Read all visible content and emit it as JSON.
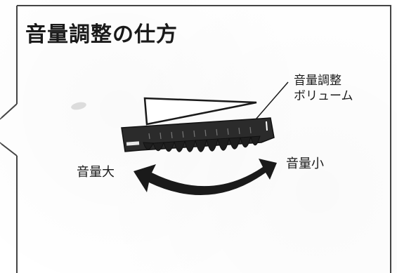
{
  "title": "音量調整の仕方",
  "volume_label_line1": "音量調整",
  "volume_label_line2": "ボリューム",
  "direction_increase_label": "音量大",
  "direction_decrease_label": "音量小",
  "colors": {
    "ink": "#1a1a1a",
    "background": "#ffffff",
    "knob_dark": "#2b2b2b"
  }
}
